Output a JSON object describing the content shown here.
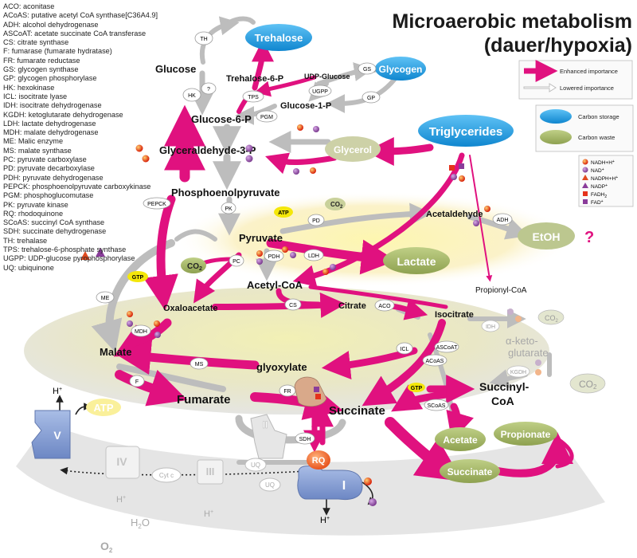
{
  "title": {
    "line1": "Microaerobic metabolism",
    "line2": "(dauer/hypoxia)"
  },
  "abbreviations": [
    "ACO: aconitase",
    "ACoAS: putative acetyl CoA synthase[C36A4.9]",
    "ADH: alcohol dehydrogenase",
    "ASCoAT: acetate succinate CoA transferase",
    "CS: citrate synthase",
    "F: fumarase (fumarate hydratase)",
    "FR: fumarate reductase",
    "GS: glycogen synthase",
    "GP: glycogen phosphorylase",
    "HK: hexokinase",
    "ICL: isocitrate lyase",
    "IDH: isocitrate dehydrogenase",
    "KGDH: ketoglutarate dehydrogenase",
    "LDH: lactate dehydrogenase",
    "MDH: malate dehydrogenase",
    "ME: Malic enzyme",
    "MS: malate synthase",
    "PC: pyruvate carboxylase",
    "PD: pyruvate decarboxylase",
    "PDH: pyruvate dehydrogenase",
    "PEPCK: phosphoenolpyruvate carboxykinase",
    "PGM: phosphoglucomutase",
    "PK: pyruvate kinase",
    "RQ: rhodoquinone",
    "SCoAS: succinyl CoA synthase",
    "SDH: succinate dehydrogenase",
    "TH: trehalase",
    "TPS: trehalose-6-phosphate synthase",
    "UGPP: UDP-glucose pyrophosphorylase",
    "UQ: ubiquinone"
  ],
  "legend": {
    "enhanced": "Enhanced importance",
    "lowered": "Lowered importance",
    "carbon_storage": "Carbon storage",
    "carbon_waste": "Carbon waste",
    "cofactors": [
      "NADH+H",
      "NAD",
      "NADPH+H",
      "NADP",
      "FADH",
      "FAD"
    ]
  },
  "metabolites": {
    "glucose": "Glucose",
    "trehalose6p": "Trehalose-6-P",
    "udp_glucose": "UDP-Glucose",
    "glucose1p": "Glucose-1-P",
    "glucose6p": "Glucose-6-P",
    "g3p": "Glyceraldehyde-3-P",
    "pep": "Phosphoenolpyruvate",
    "pyruvate": "Pyruvate",
    "acetaldehyde": "Acetaldehyde",
    "acetyl_coa": "Acetyl-CoA",
    "oxaloacetate": "Oxaloacetate",
    "citrate": "Citrate",
    "isocitrate": "Isocitrate",
    "malate": "Malate",
    "glyoxylate": "glyoxylate",
    "fumarate": "Fumarate",
    "succinate": "Succinate",
    "succinyl_coa_1": "Succinyl-",
    "succinyl_coa_2": "CoA",
    "akg_1": "α-keto-",
    "akg_2": "glutarate",
    "propionyl_coa": "Propionyl-CoA",
    "co2": "CO",
    "co2_sub": "2",
    "h_plus": "H",
    "h2o_h": "H",
    "h2o_sub": "2",
    "h2o_o": "O",
    "o2_o": "O",
    "o2_sub": "2",
    "question": "?"
  },
  "storage": {
    "trehalose": "Trehalose",
    "glycogen": "Glycogen",
    "triglycerides": "Triglycerides"
  },
  "waste": {
    "glycerol": "Glycerol",
    "lactate": "Lactate",
    "etoh": "EtOH",
    "acetate": "Acetate",
    "propionate": "Propionate",
    "succinate": "Succinate"
  },
  "enzymes": {
    "th": "TH",
    "hk": "HK",
    "q": "?",
    "tps": "TPS",
    "pgm": "PGM",
    "ugpp": "UGPP",
    "gs": "GS",
    "gp": "GP",
    "pepck": "PEPCK",
    "pk": "PK",
    "pd": "PD",
    "adh": "ADH",
    "ldh": "LDH",
    "pc": "PC",
    "pdh": "PDH",
    "me": "ME",
    "mdh": "MDH",
    "cs": "CS",
    "aco": "ACO",
    "idh": "IDH",
    "icl": "ICL",
    "ascoat": "ASCoAT",
    "acoas": "ACoAS",
    "kgdh": "KGDH",
    "ms": "MS",
    "f": "F",
    "fr": "FR",
    "scoas": "SCoAS",
    "sdh": "SDH"
  },
  "energy": {
    "atp": "ATP",
    "gtp": "GTP"
  },
  "complexes": {
    "c1": "I",
    "c2": "II",
    "c3": "III",
    "c4": "IV",
    "c5": "V"
  },
  "carriers": {
    "rq": "RQ",
    "uq": "UQ",
    "cytc": "Cyt c"
  },
  "colors": {
    "enhanced": "#e0117f",
    "lowered": "#bdbdbd",
    "storage": "#1ea1e6",
    "waste": "#a3b56a",
    "faded_waste": "#cdd1a7",
    "atp": "#f4e70a"
  }
}
